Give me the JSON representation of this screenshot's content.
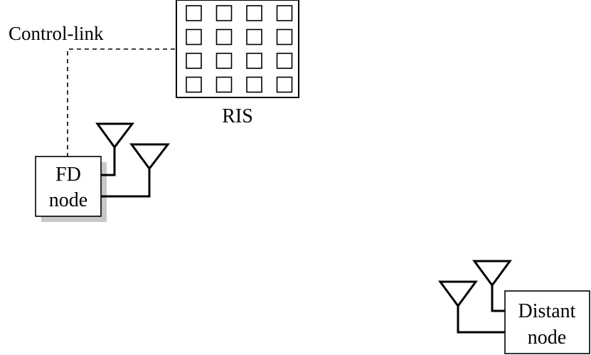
{
  "labels": {
    "control_link": "Control-link",
    "ris": "RIS",
    "fd_node_line1": "FD",
    "fd_node_line2": "node",
    "distant_node_line1": "Distant",
    "distant_node_line2": "node"
  },
  "ris_grid": {
    "rows": 4,
    "cols": 4
  },
  "colors": {
    "stroke": "#000000",
    "shadow": "#c8c8c8",
    "background": "#ffffff"
  }
}
